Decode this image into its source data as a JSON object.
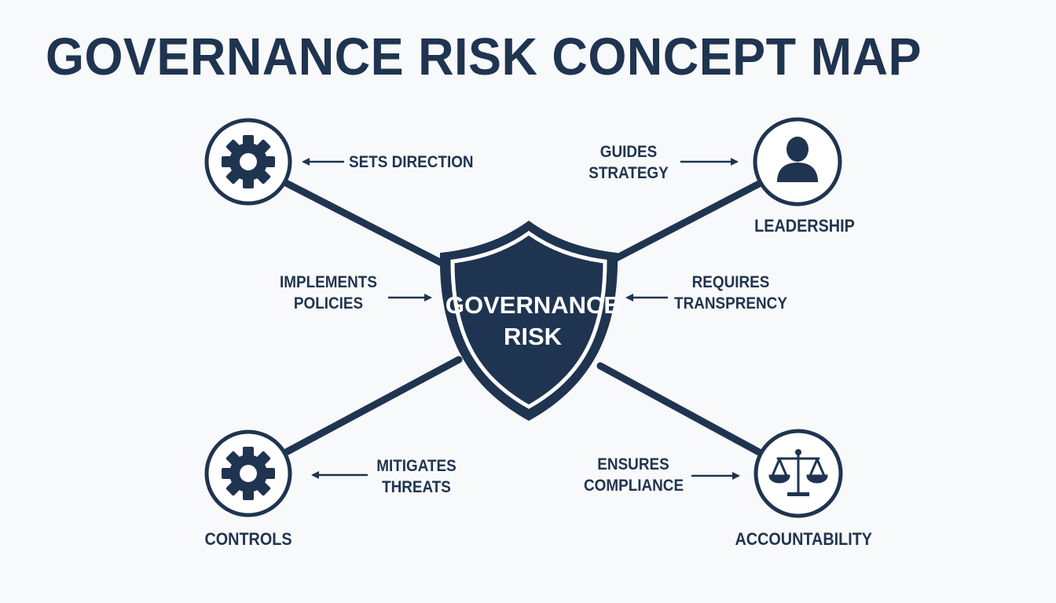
{
  "title": "GOVERNANCE RISK CONCEPT MAP",
  "center": {
    "line1": "GOVERNANCE",
    "line2": "RISK"
  },
  "nodes": [
    {
      "id": "top-left",
      "icon": "gear-icon",
      "label": ""
    },
    {
      "id": "top-right",
      "icon": "person-icon",
      "label": "LEADERSHIP"
    },
    {
      "id": "bottom-left",
      "icon": "gear-icon",
      "label": "CONTROLS"
    },
    {
      "id": "bottom-right",
      "icon": "scales-icon",
      "label": "ACCOUNTABILITY"
    }
  ],
  "relations": {
    "sets_direction": [
      "SETS DIRECTION"
    ],
    "guides_strategy": [
      "GUIDES",
      "STRATEGY"
    ],
    "implements_policies": [
      "IMPLEMENTS",
      "POLICIES"
    ],
    "requires_transparency": [
      "REQUIRES",
      "TRANSPRENCY"
    ],
    "mitigates_threats": [
      "MITIGATES",
      "THREATS"
    ],
    "ensures_compliance": [
      "ENSURES",
      "COMPLIANCE"
    ]
  },
  "colors": {
    "primary": "#1f3450",
    "background": "#f8f9fa",
    "node_fill": "#ffffff"
  }
}
